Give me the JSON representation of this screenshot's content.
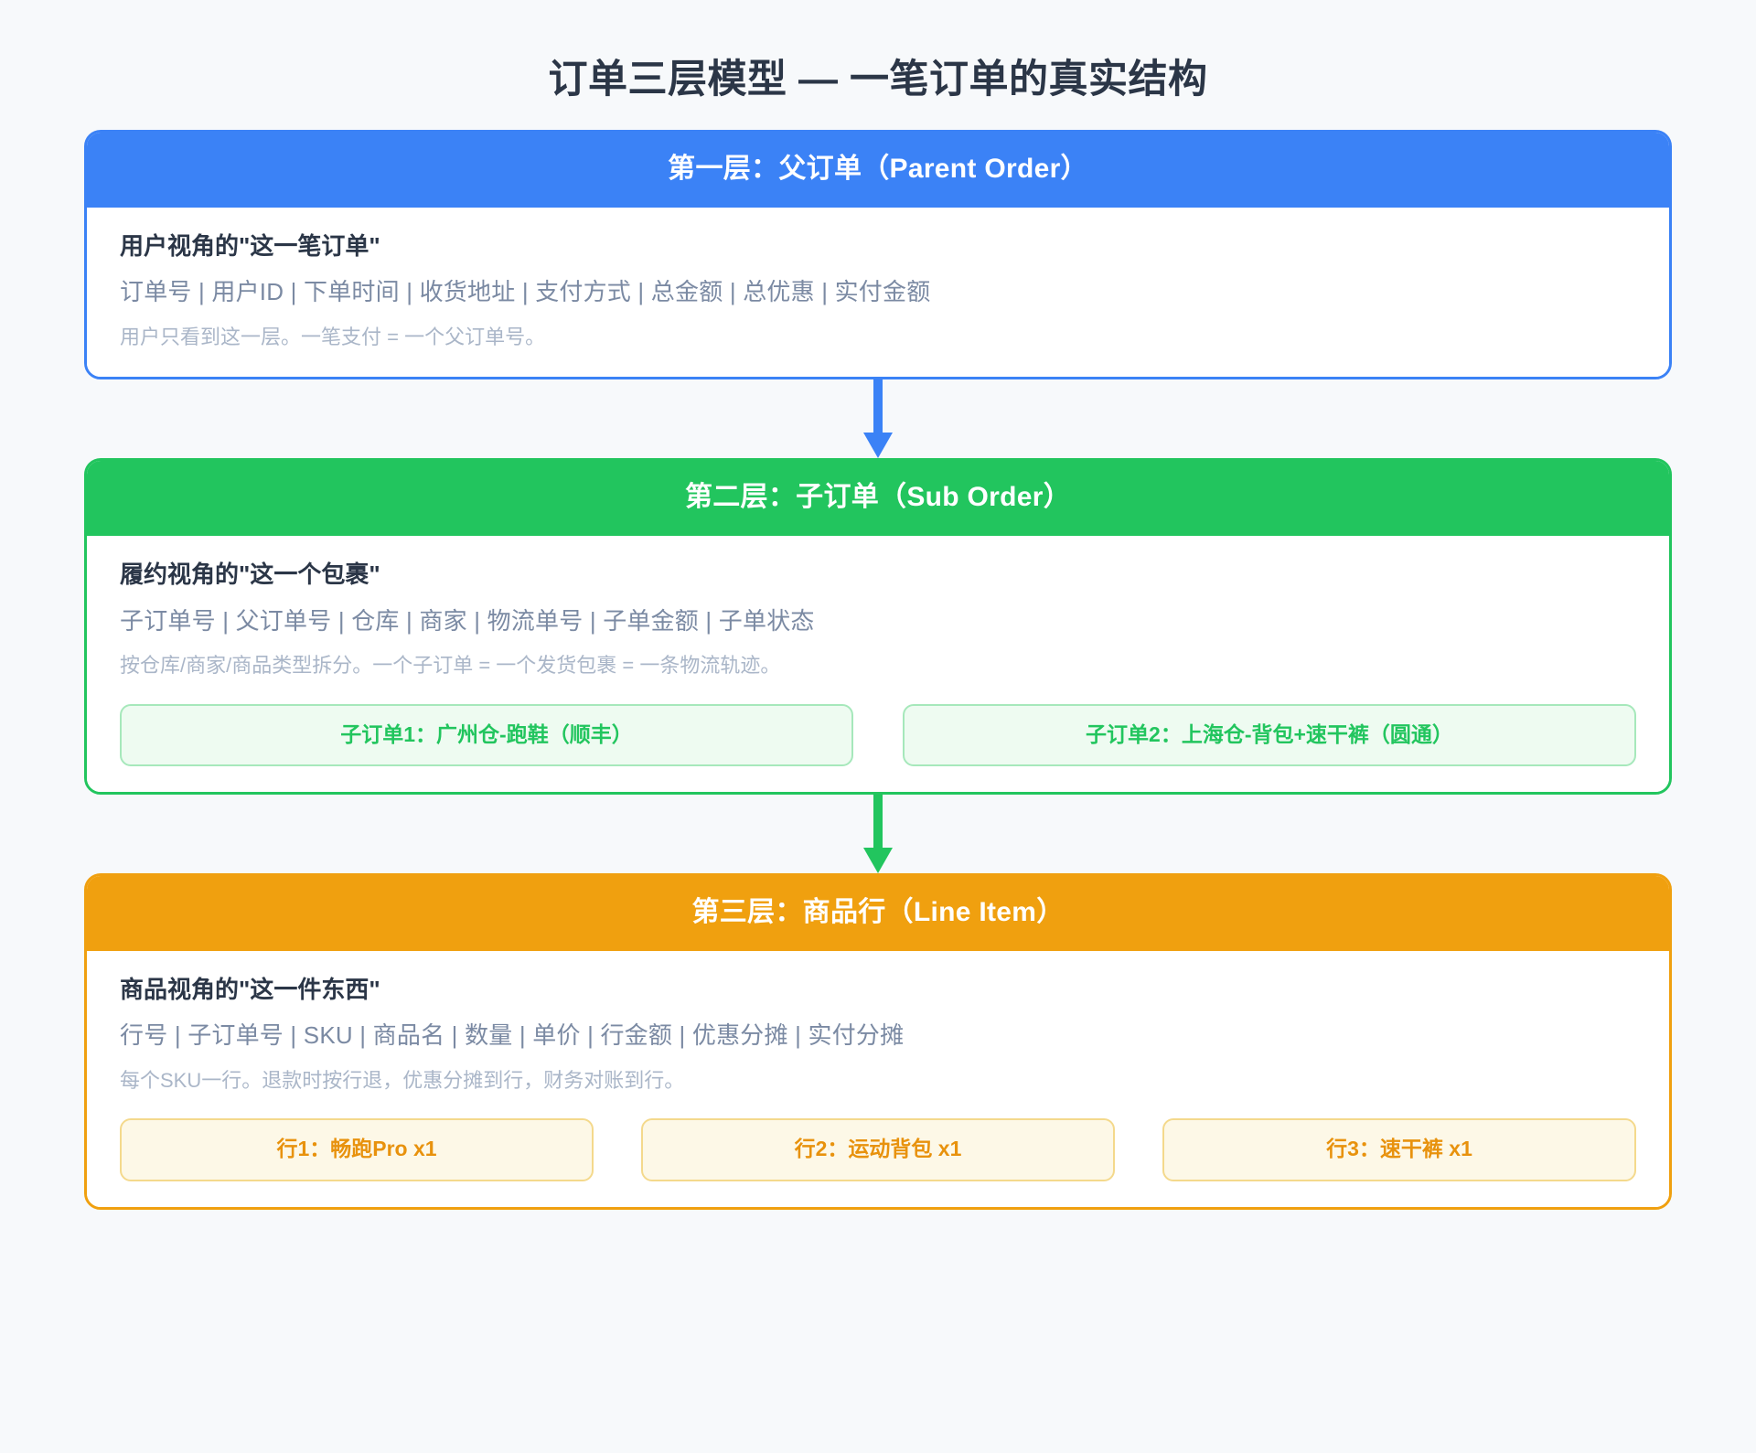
{
  "page": {
    "title": "订单三层模型 — 一笔订单的真实结构",
    "background_color": "#f7f9fb"
  },
  "layers": [
    {
      "id": "parent-order",
      "header": "第一层：父订单（Parent Order）",
      "accent_color": "#3b82f6",
      "body_title": "用户视角的\"这一笔订单\"",
      "fields": "订单号 | 用户ID | 下单时间 | 收货地址 | 支付方式 | 总金额 | 总优惠 | 实付金额",
      "note": "用户只看到这一层。一笔支付 = 一个父订单号。",
      "chips": []
    },
    {
      "id": "sub-order",
      "header": "第二层：子订单（Sub Order）",
      "accent_color": "#22c55e",
      "body_title": "履约视角的\"这一个包裹\"",
      "fields": "子订单号 | 父订单号 | 仓库 | 商家 | 物流单号 | 子单金额 | 子单状态",
      "note": "按仓库/商家/商品类型拆分。一个子订单 = 一个发货包裹 = 一条物流轨迹。",
      "chips": [
        "子订单1：广州仓-跑鞋（顺丰）",
        "子订单2：上海仓-背包+速干裤（圆通）"
      ]
    },
    {
      "id": "line-item",
      "header": "第三层：商品行（Line Item）",
      "accent_color": "#f0a00f",
      "body_title": "商品视角的\"这一件东西\"",
      "fields": "行号 | 子订单号 | SKU | 商品名 | 数量 | 单价 | 行金额 | 优惠分摊 | 实付分摊",
      "note": "每个SKU一行。退款时按行退，优惠分摊到行，财务对账到行。",
      "chips": [
        "行1：畅跑Pro x1",
        "行2：运动背包 x1",
        "行3：速干裤 x1"
      ]
    }
  ],
  "connectors": [
    {
      "id": "parent-to-sub",
      "color": "#3b82f6"
    },
    {
      "id": "sub-to-line",
      "color": "#22c55e"
    }
  ]
}
